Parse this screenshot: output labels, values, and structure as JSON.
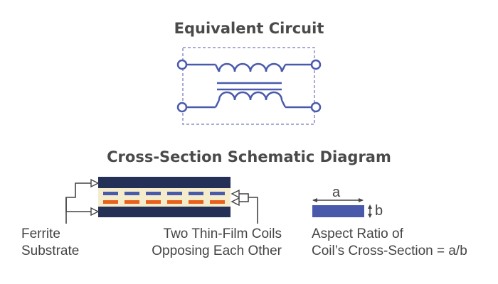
{
  "titles": {
    "equivalent_circuit": "Equivalent Circuit",
    "cross_section": "Cross-Section Schematic Diagram"
  },
  "labels": {
    "ferrite_line1": "Ferrite",
    "ferrite_line2": "Substrate",
    "coils_line1": "Two Thin-Film Coils",
    "coils_line2": "Opposing Each Other",
    "dim_a": "a",
    "dim_b": "b",
    "aspect_line1": "Aspect Ratio of",
    "aspect_line2": "Coil’s Cross-Section = a/b"
  },
  "colors": {
    "coil_blue": "#4a5aab",
    "coil_orange": "#e8601c",
    "substrate_dark": "#253057",
    "film_beige": "#f5eccc",
    "text_gray": "#444444",
    "dashed_box": "#8e8ec8"
  }
}
